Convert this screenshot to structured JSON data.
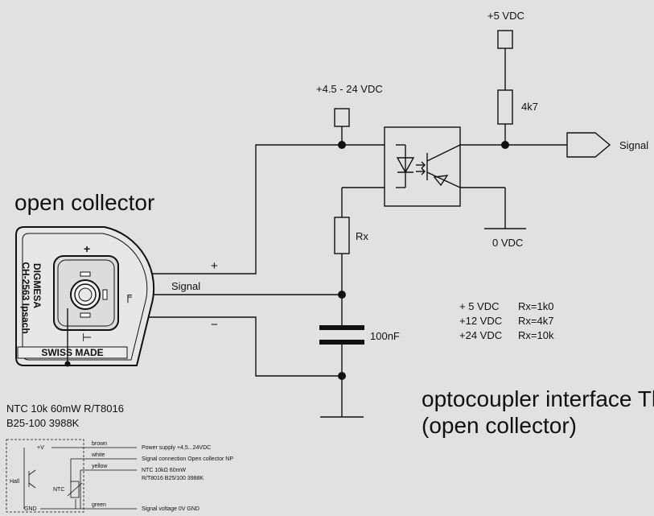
{
  "title": "open collector",
  "subtitle_line1": "optocoupler interface Thermo",
  "subtitle_line2": "(open collector)",
  "supplies": {
    "v5": "+5 VDC",
    "v45_24": "+4.5 - 24 VDC",
    "v0": "0 VDC"
  },
  "components": {
    "r4k7": "4k7",
    "rx": "Rx",
    "cap": "100nF",
    "signal_out": "Signal"
  },
  "connector": {
    "plus": "+",
    "minus": "−",
    "signal": "Signal",
    "brand": "DIGMESA",
    "location": "CH-2563 Ipsach",
    "made": "SWISS MADE",
    "pin_plus": "+",
    "pin_minus": "⊢"
  },
  "table": [
    {
      "v": "+ 5 VDC",
      "r": "Rx=1k0"
    },
    {
      "v": "+12 VDC",
      "r": "Rx=4k7"
    },
    {
      "v": "+24 VDC",
      "r": "Rx=10k"
    }
  ],
  "ntc_line1": "NTC 10k   60mW R/T8016",
  "ntc_line2": "B25-100 3988K",
  "inset": {
    "vplus": "+V",
    "gnd": "GND",
    "hall": "Hall",
    "ntc": "NTC",
    "wires": [
      "brown",
      "white",
      "yellow",
      "green"
    ],
    "desc": [
      "Power supply +4,5...24VDC",
      "Signal connection Open collector NP",
      "NTC 10kΩ 60mW",
      "R/T8016 B25/100 3988K",
      "Signal voltage 0V GND"
    ]
  }
}
